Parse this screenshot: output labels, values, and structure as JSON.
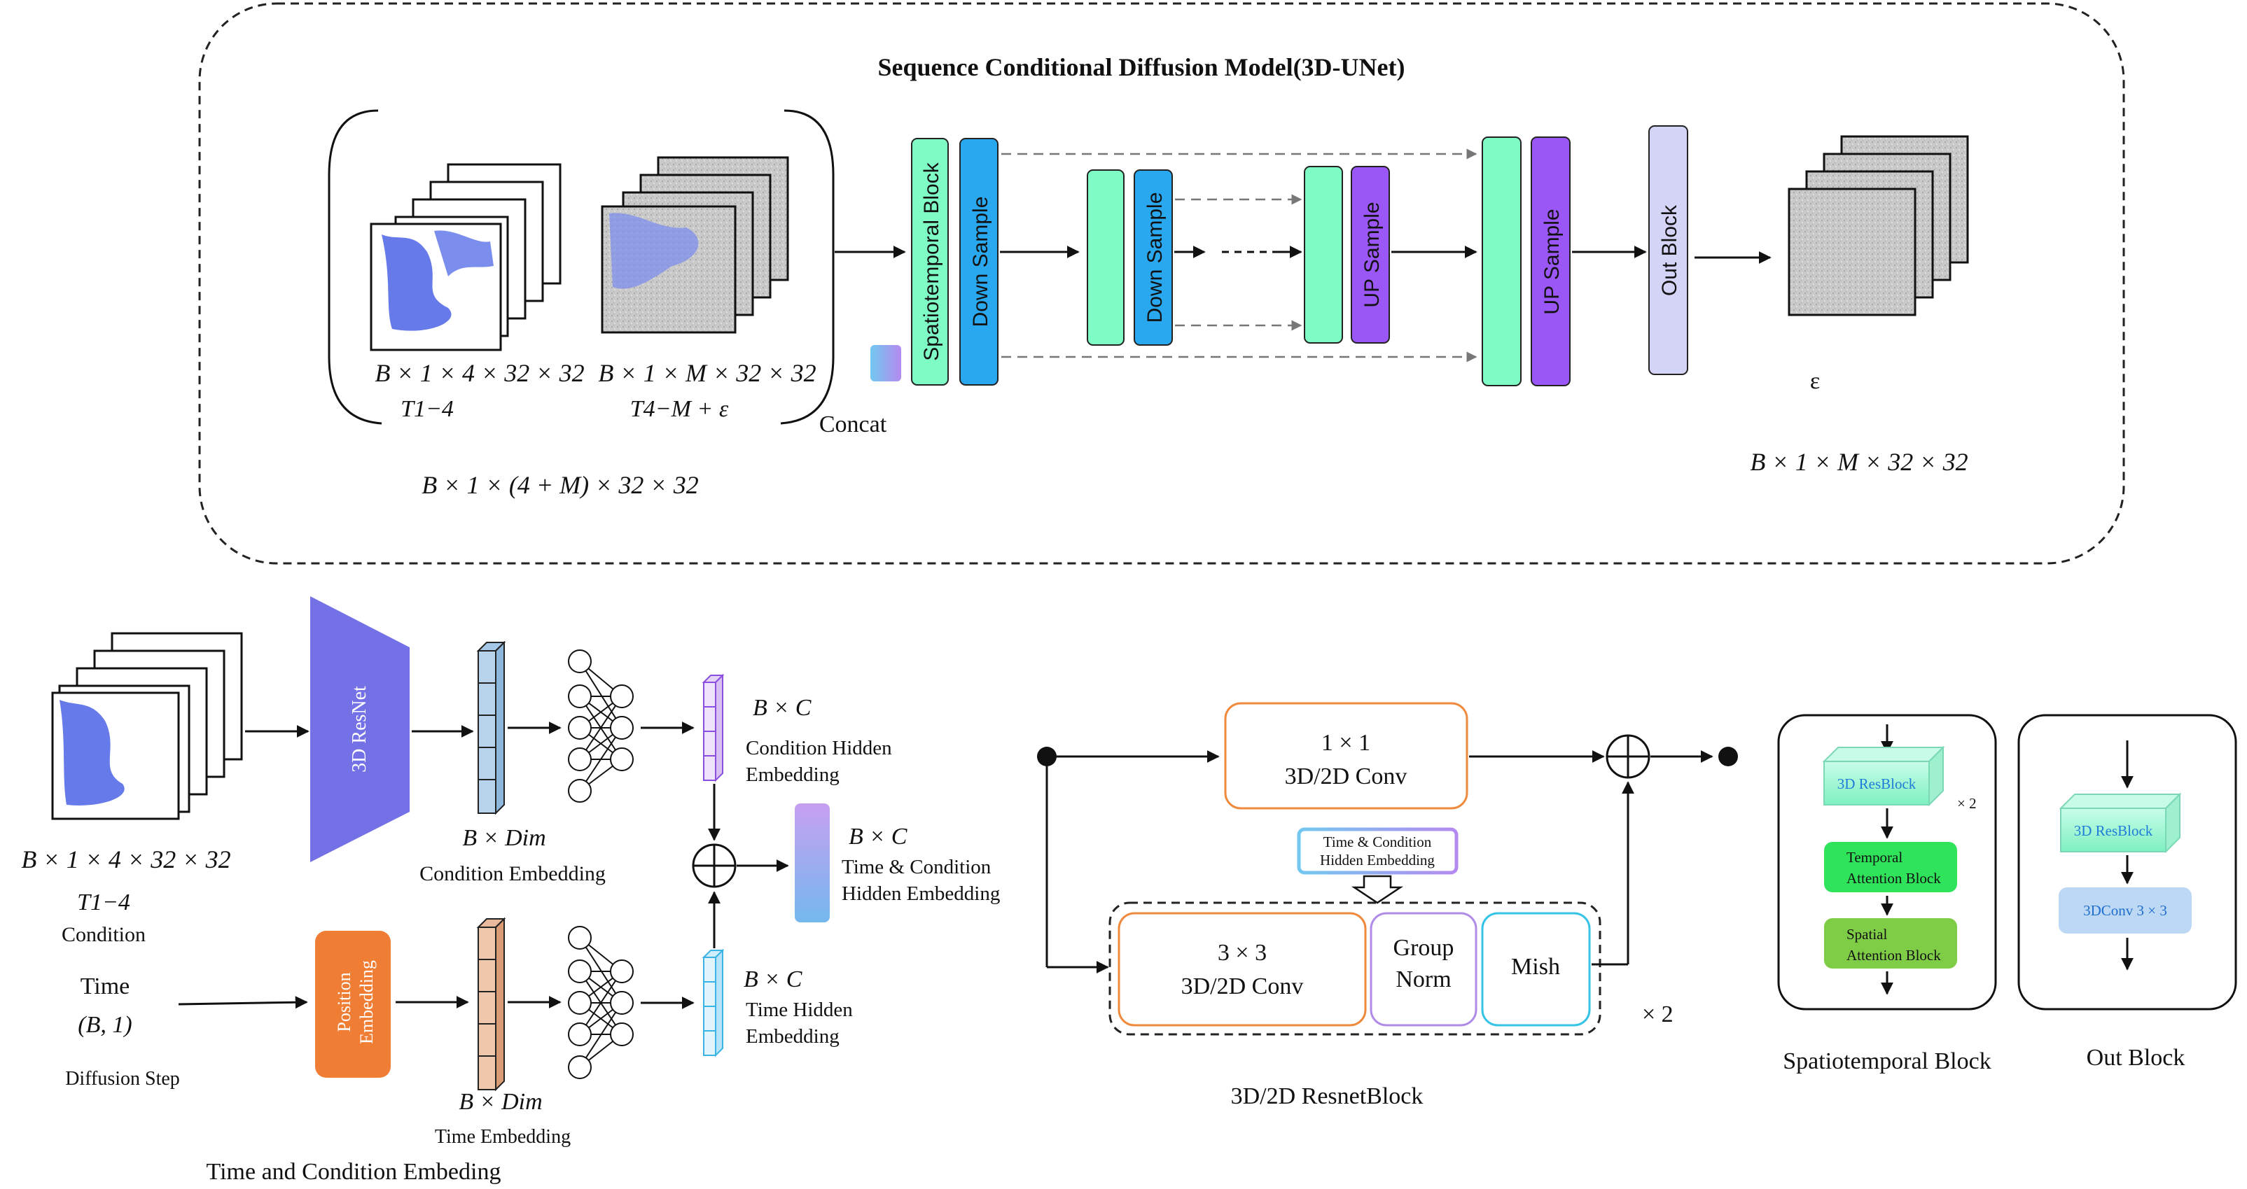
{
  "title": "Sequence Conditional Diffusion Model(3D-UNet)",
  "top": {
    "shape_cond": "B × 1 × 4 × 32 × 32",
    "shape_noisy": "B × 1 × M × 32 × 32",
    "t_cond": "T1−4",
    "t_noisy": "T4−M + ε",
    "concat_label": "Concat",
    "concat_shape": "B × 1 × (4 + M) × 32 × 32",
    "blocks": {
      "spatiotemporal": "Spatiotemporal Block",
      "down": "Down Sample",
      "down2": "Down Sample",
      "up": "UP Sample",
      "up2": "UP Sample",
      "out": "Out Block"
    },
    "epsilon": "ε",
    "output_shape": "B × 1 × M × 32 × 32"
  },
  "embedding": {
    "cond_shape": "B × 1 × 4 × 32 × 32",
    "t_label": "T1−4",
    "condition_word": "Condition",
    "resnet_label": "3D ResNet",
    "b_dim_1": "B × Dim",
    "cond_embedding": "Condition Embedding",
    "b_c_1": "B × C",
    "cond_hidden": [
      "Condition Hidden",
      "Embedding"
    ],
    "b_c_2": "B × C",
    "time_cond_hidden": [
      "Time  & Condition",
      "Hidden Embedding"
    ],
    "time_word": "Time",
    "time_shape": "(B, 1)",
    "diffusion_step": "Diffusion Step",
    "pos_embedding": [
      "Position",
      "Embedding"
    ],
    "b_dim_2": "B × Dim",
    "time_embedding": "Time Embedding",
    "b_c_3": "B × C",
    "time_hidden": [
      "Time Hidden",
      "Embedding"
    ],
    "caption": "Time and Condition Embeding"
  },
  "resnet": {
    "conv1": [
      "1 × 1",
      "3D/2D Conv"
    ],
    "tc_hidden": [
      "Time & Condition",
      "Hidden Embedding"
    ],
    "conv3": [
      "3 × 3",
      "3D/2D Conv"
    ],
    "group_norm": [
      "Group",
      "Norm"
    ],
    "mish": "Mish",
    "times2": "× 2",
    "caption": "3D/2D ResnetBlock"
  },
  "st_block": {
    "resblock": "3D ResBlock",
    "times2": "× 2",
    "temporal": [
      "Temporal",
      "Attention Block"
    ],
    "spatial": [
      "Spatial",
      "Attention Block"
    ],
    "caption": "Spatiotemporal Block"
  },
  "out_block": {
    "resblock": "3D ResBlock",
    "conv": "3DConv 3 × 3",
    "caption": "Out Block"
  },
  "colors": {
    "st_green": "#7ffcc6",
    "down_blue": "#29a8f0",
    "up_purple": "#9b57f5",
    "out_lavender": "#d4d4f7",
    "resnet_purple": "#7470e6",
    "pos_orange": "#ef7d33",
    "conv_orange": "#ef8a3c",
    "norm_purple": "#b08ce6",
    "mish_cyan": "#36c4e6"
  }
}
